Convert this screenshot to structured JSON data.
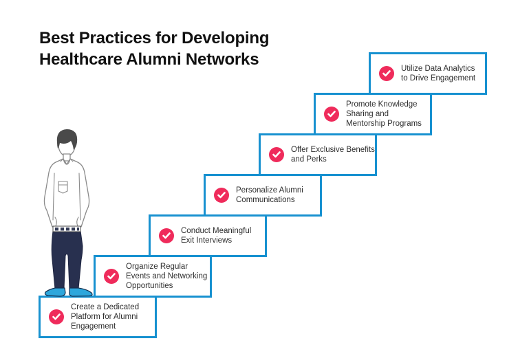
{
  "title": {
    "text": "Best Practices for Developing\nHealthcare Alumni Networks"
  },
  "steps": [
    {
      "label": "Create a Dedicated\nPlatform for Alumni\nEngagement",
      "icon": "check-icon"
    },
    {
      "label": "Organize Regular\nEvents and Networking\nOpportunities",
      "icon": "check-icon"
    },
    {
      "label": "Conduct Meaningful\nExit Interviews",
      "icon": "check-icon"
    },
    {
      "label": "Personalize Alumni\nCommunications",
      "icon": "check-icon"
    },
    {
      "label": "Offer Exclusive Benefits\nand Perks",
      "icon": "check-icon"
    },
    {
      "label": "Promote Knowledge\nSharing and\nMentorship Programs",
      "icon": "check-icon"
    },
    {
      "label": "Utilize Data Analytics\nto Drive Engagement",
      "icon": "check-icon"
    }
  ],
  "illustration": {
    "name": "standing-man-hands-in-pockets"
  },
  "colors": {
    "box_border": "#1791D0",
    "check_circle": "#EF2B5B",
    "check_mark": "#FFFFFF",
    "title_text": "#111111",
    "step_text": "#2E2E2E",
    "background": "#FFFFFF",
    "pants_navy": "#28304F",
    "shoe_blue": "#2EA7DC",
    "hair_gray": "#4A4A4A"
  }
}
